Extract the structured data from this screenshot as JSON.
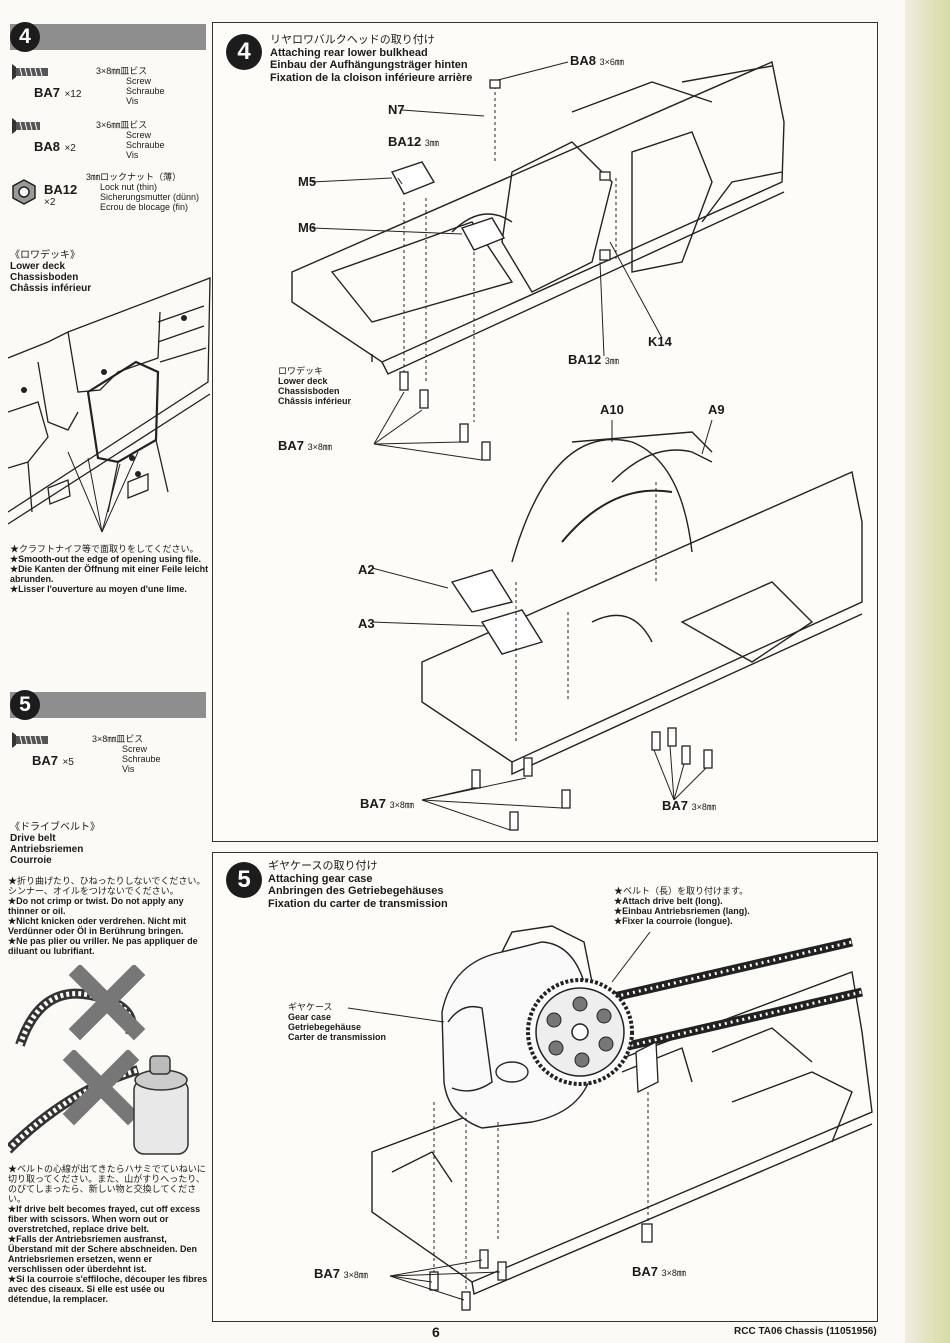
{
  "sidebar": {
    "step4": {
      "number": "4",
      "parts": [
        {
          "code": "BA7",
          "qty": "×12",
          "size": "3×8㎜皿ビス",
          "names": [
            "Screw",
            "Schraube",
            "Vis"
          ]
        },
        {
          "code": "BA8",
          "qty": "×2",
          "size": "3×6㎜皿ビス",
          "names": [
            "Screw",
            "Schraube",
            "Vis"
          ]
        },
        {
          "code": "BA12",
          "qty": "×2",
          "size": "3㎜ロックナット（薄）",
          "names": [
            "Lock nut (thin)",
            "Sicherungsmutter (dünn)",
            "Ecrou de blocage (fin)"
          ]
        }
      ],
      "lower_deck": [
        "《ロワデッキ》",
        "Lower deck",
        "Chassisboden",
        "Châssis inférieur"
      ],
      "notes": [
        "★クラフトナイフ等で面取りをしてください。",
        "★Smooth-out the edge of opening using file.",
        "★Die Kanten der Öffnung mit einer Feile leicht abrunden.",
        "★Lisser l'ouverture au moyen d'une lime."
      ]
    },
    "step5": {
      "number": "5",
      "parts": [
        {
          "code": "BA7",
          "qty": "×5",
          "size": "3×8㎜皿ビス",
          "names": [
            "Screw",
            "Schraube",
            "Vis"
          ]
        }
      ],
      "drive_belt": [
        "《ドライブベルト》",
        "Drive belt",
        "Antriebsriemen",
        "Courroie"
      ],
      "notes1": [
        "★折り曲げたり、ひねったりしないでください。シンナー、オイルをつけないでください。",
        "★Do not crimp or twist. Do not apply any thinner or oil.",
        "★Nicht knicken oder verdrehen. Nicht mit Verdünner oder Öl in Berührung bringen.",
        "★Ne pas plier ou vriller. Ne pas appliquer de diluant ou lubrifiant."
      ],
      "notes2": [
        "★ベルトの心線が出てきたらハサミでていねいに切り取ってください。また、山がすりへったり、のびてしまったら、新しい物と交換してください。",
        "★If drive belt becomes frayed, cut off excess fiber with scissors. When worn out or overstretched, replace drive belt.",
        "★Falls der Antriebsriemen ausfranst, Überstand mit der Schere abschneiden. Den Antriebsriemen ersetzen, wenn er verschlissen oder überdehnt ist.",
        "★Si la courroie s'effiloche, découper les fibres avec des ciseaux. Si elle est usée ou détendue, la remplacer."
      ]
    }
  },
  "panel4": {
    "number": "4",
    "title": [
      "リヤロワバルクヘッドの取り付け",
      "Attaching rear lower bulkhead",
      "Einbau der Aufhängungsträger hinten",
      "Fixation de la cloison inférieure arrière"
    ],
    "labels": {
      "ba8": "BA8",
      "ba8_size": "3×6㎜",
      "n7": "N7",
      "ba12_top": "BA12",
      "ba12_top_size": "3㎜",
      "m5": "M5",
      "m6": "M6",
      "k14": "K14",
      "ba12_bottom": "BA12",
      "ba12_bottom_size": "3㎜",
      "lower_deck": [
        "ロワデッキ",
        "Lower deck",
        "Chassisboden",
        "Châssis inférieur"
      ],
      "ba7_a": "BA7",
      "ba7_a_size": "3×8㎜",
      "a10": "A10",
      "a9": "A9",
      "a2": "A2",
      "a3": "A3",
      "ba7_b": "BA7",
      "ba7_b_size": "3×8㎜",
      "ba7_c": "BA7",
      "ba7_c_size": "3×8㎜"
    }
  },
  "panel5": {
    "number": "5",
    "title": [
      "ギヤケースの取り付け",
      "Attaching gear case",
      "Anbringen des Getriebegehäuses",
      "Fixation du carter de transmission"
    ],
    "belt_note": [
      "★ベルト（長）を取り付けます。",
      "★Attach drive belt (long).",
      "★Einbau Antriebsriemen (lang).",
      "★Fixer la courroie (longue)."
    ],
    "gear_case": [
      "ギヤケース",
      "Gear case",
      "Getriebegehäuse",
      "Carter de transmission"
    ],
    "ba7_left": "BA7",
    "ba7_left_size": "3×8㎜",
    "ba7_right": "BA7",
    "ba7_right_size": "3×8㎜"
  },
  "footer": {
    "page": "6",
    "doc": "RCC TA06 Chassis (11051956)"
  }
}
